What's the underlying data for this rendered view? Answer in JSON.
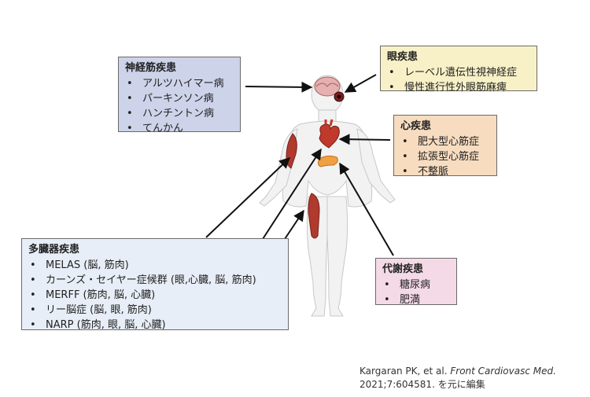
{
  "boxes": {
    "neuro": {
      "title": "神経筋疾患",
      "items": [
        "アルツハイマー病",
        "パーキンソン病",
        "ハンチントン病",
        "てんかん"
      ]
    },
    "eye": {
      "title": "眼疾患",
      "items": [
        "レーベル遺伝性視神経症",
        "慢性進行性外眼筋麻痺"
      ]
    },
    "heart": {
      "title": "心疾患",
      "items": [
        "肥大型心筋症",
        "拡張型心筋症",
        "不整脈"
      ]
    },
    "multi": {
      "title": "多臓器疾患",
      "items": [
        "MELAS (脳, 筋肉)",
        "カーンズ・セイヤー症候群 (眼,心臓, 脳, 筋肉)",
        "MERFF (筋肉, 脳, 心臓)",
        "リー脳症 (脳, 眼, 筋肉)",
        "NARP (筋肉, 眼, 脳, 心臓)"
      ]
    },
    "metab": {
      "title": "代謝疾患",
      "items": [
        "糖尿病",
        "肥満"
      ]
    }
  },
  "citation": {
    "authors": "Kargaran PK, et al. ",
    "journal": "Front Cardiovasc Med.",
    "line2": "2021;7:604581. を元に編集"
  },
  "colors": {
    "neuro_bg": "#cdd3e9",
    "eye_bg": "#f8f1c7",
    "heart_bg": "#f7dcc0",
    "multi_bg": "#e8eef7",
    "metab_bg": "#f4dae6",
    "body_fill": "#f2f2f2",
    "muscle": "#b03a2e",
    "heart_organ": "#c0392b",
    "pancreas": "#f0a040"
  }
}
